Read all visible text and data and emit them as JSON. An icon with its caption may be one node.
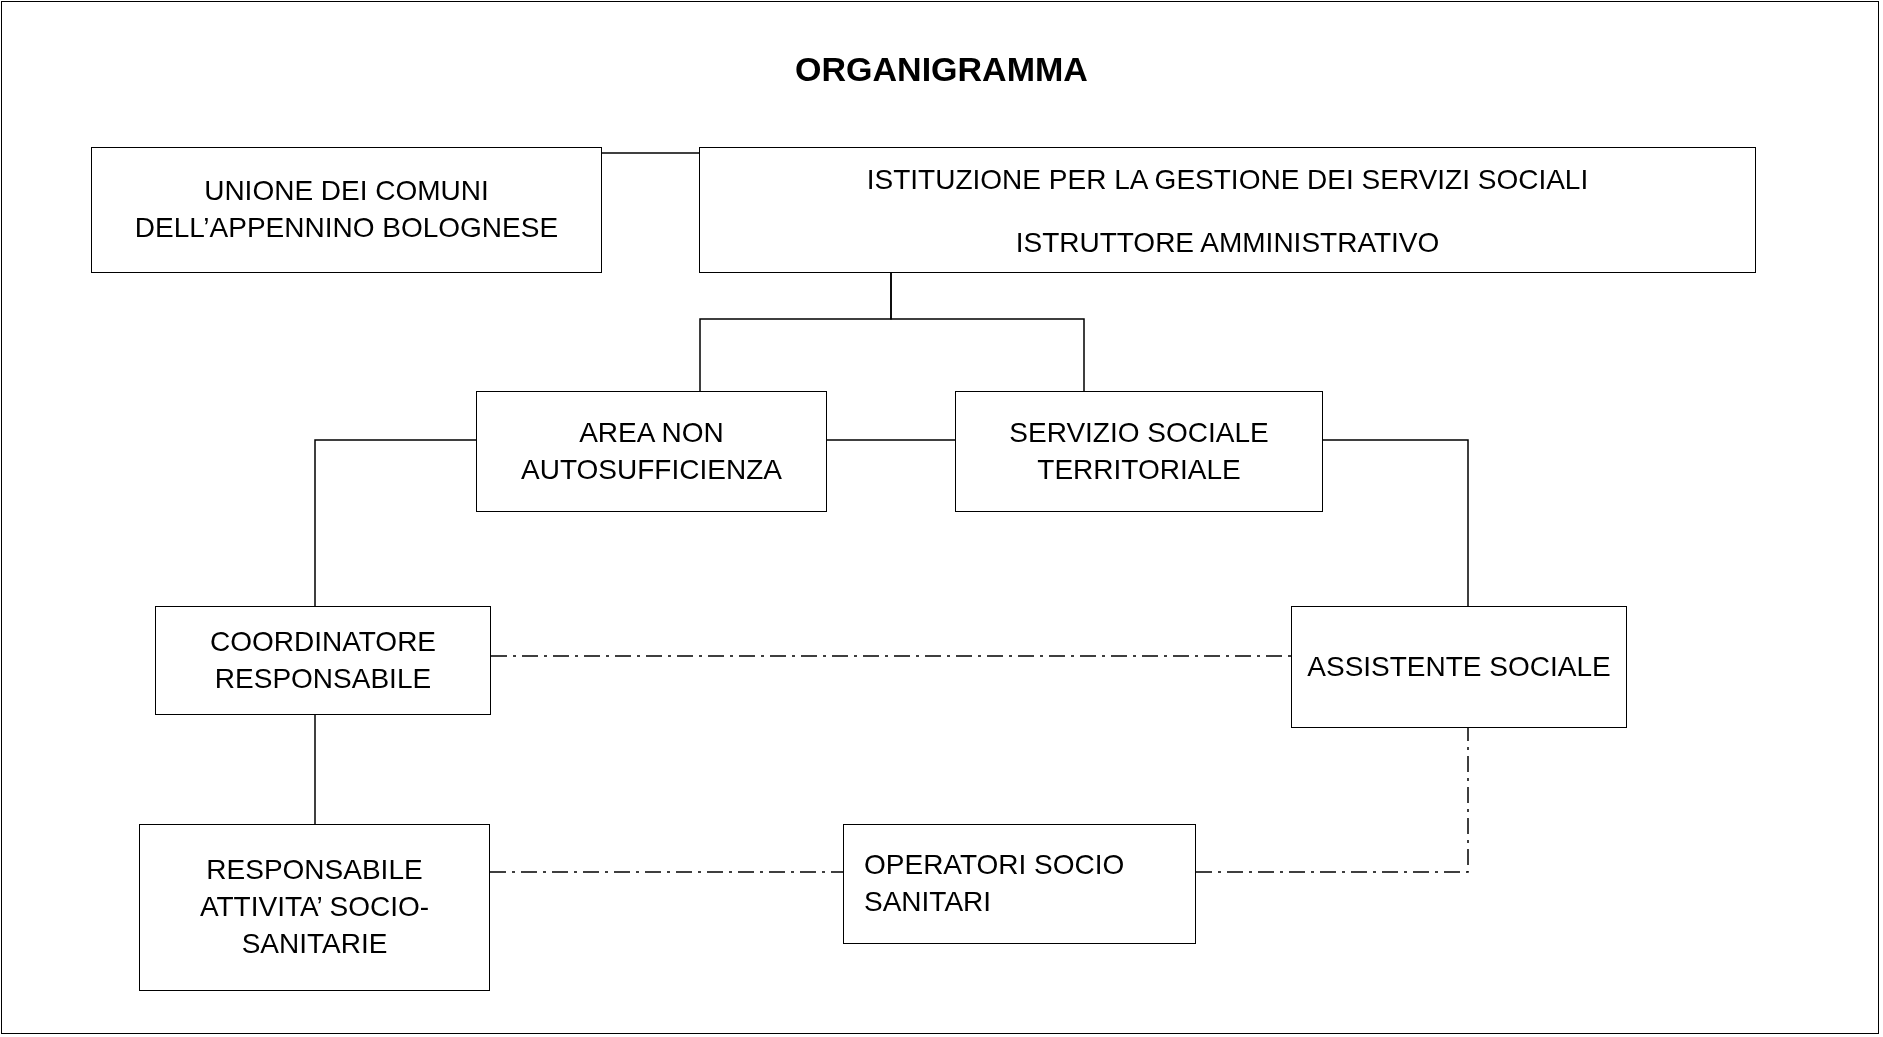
{
  "diagram": {
    "title": "ORGANIGRAMMA",
    "nodes": [
      {
        "text": [
          "UNIONE DEI COMUNI DELL’APPENNINO BOLOGNESE"
        ]
      },
      {
        "text": [
          "ISTITUZIONE PER LA GESTIONE DEI SERVIZI SOCIALI",
          "ISTRUTTORE AMMINISTRATIVO"
        ]
      },
      {
        "text": [
          "AREA NON AUTOSUFFICIENZA"
        ]
      },
      {
        "text": [
          "SERVIZIO SOCIALE TERRITORIALE"
        ]
      },
      {
        "text": [
          "COORDINATORE RESPONSABILE"
        ]
      },
      {
        "text": [
          "ASSISTENTE SOCIALE"
        ]
      },
      {
        "text": [
          "RESPONSABILE ATTIVITA’ SOCIO-SANITARIE"
        ]
      },
      {
        "text": [
          "OPERATORI SOCIO SANITARI"
        ]
      }
    ],
    "edges": [
      {
        "from": 0,
        "to": 1,
        "arrow": "none"
      },
      {
        "from": 1,
        "to": 2,
        "arrow": "none"
      },
      {
        "from": 1,
        "to": 3,
        "arrow": "none"
      },
      {
        "from": 2,
        "to": 3,
        "arrow": "none"
      },
      {
        "from": 2,
        "to": 4,
        "arrow": "none"
      },
      {
        "from": 3,
        "to": 5,
        "arrow": "none"
      },
      {
        "from": 4,
        "to": 5,
        "arrow": "none",
        "style": "dashed"
      },
      {
        "from": 4,
        "to": 6,
        "arrow": "none"
      },
      {
        "from": 6,
        "to": 7,
        "arrow": "none",
        "style": "dashed"
      },
      {
        "from": 7,
        "to": 5,
        "arrow": "none",
        "style": "dashed"
      }
    ]
  }
}
